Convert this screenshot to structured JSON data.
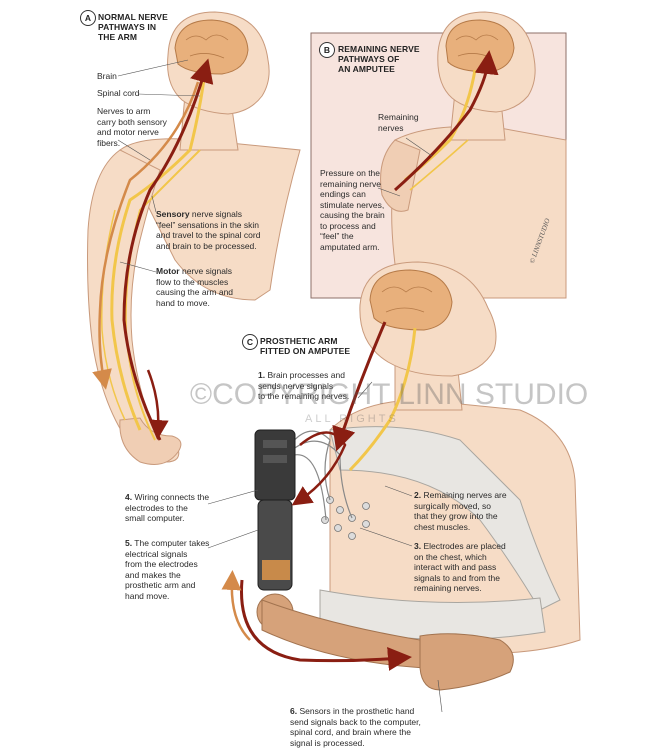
{
  "panel_a": {
    "badge": "A",
    "title": [
      "NORMAL NERVE",
      "PATHWAYS IN",
      "THE ARM"
    ],
    "brain": "Brain",
    "spinal_cord": "Spinal cord",
    "nerves_to_arm": [
      "Nerves to arm",
      "carry both sensory",
      "and motor nerve",
      "fibers."
    ],
    "sensory_bold": "Sensory",
    "sensory_text": [
      " nerve signals",
      "“feel” sensations in the skin",
      "and travel to the spinal cord",
      "and brain to be processed."
    ],
    "motor_bold": "Motor",
    "motor_text": [
      " nerve signals",
      "flow to the muscles",
      "causing the arm and",
      "hand to move."
    ]
  },
  "panel_b": {
    "badge": "B",
    "title": [
      "REMAINING NERVE",
      "PATHWAYS OF",
      "AN AMPUTEE"
    ],
    "remaining_nerves": [
      "Remaining",
      "nerves"
    ],
    "pressure": [
      "Pressure on the",
      "remaining nerve",
      "endings can",
      "stimulate nerves,",
      "causing the brain",
      "to process and",
      "“feel” the",
      "amputated arm."
    ],
    "signature": "© LINNSTUDIO"
  },
  "panel_c": {
    "badge": "C",
    "title": [
      "PROSTHETIC ARM",
      "FITTED ON AMPUTEE"
    ],
    "step1_num": "1.",
    "step1": [
      " Brain processes and",
      "sends nerve signals",
      "to the remaining nerves."
    ],
    "step2_num": "2.",
    "step2": [
      " Remaining nerves are",
      "surgically moved, so",
      "that they grow into the",
      "chest muscles."
    ],
    "step3_num": "3.",
    "step3": [
      " Electrodes are placed",
      "on the chest, which",
      "interact with and pass",
      "signals to and from the",
      "remaining nerves."
    ],
    "step4_num": "4.",
    "step4": [
      " Wiring connects the",
      "electrodes to the",
      "small computer."
    ],
    "step5_num": "5.",
    "step5": [
      " The computer takes",
      "electrical signals",
      "from the electrodes",
      "and makes the",
      "prosthetic arm and",
      "hand move."
    ],
    "step6_num": "6.",
    "step6": [
      " Sensors in the prosthetic hand",
      "send signals back to the computer,",
      "spinal cord, and brain where the",
      "signal is processed."
    ]
  },
  "watermark": {
    "line1": "©COPYRIGHT LINN STUDIO",
    "line2": "ALL RIGHTS"
  },
  "colors": {
    "skin": "#f6dcc6",
    "skin_shade": "#e9bfa2",
    "brain": "#e8b07c",
    "nerve": "#f2c64a",
    "arrow": "#8a1e12",
    "panel_b_bg": "#f7e4de",
    "prosthetic": "#d6a27a",
    "device": "#3a3a3a",
    "bandage": "#e8e6e2"
  }
}
